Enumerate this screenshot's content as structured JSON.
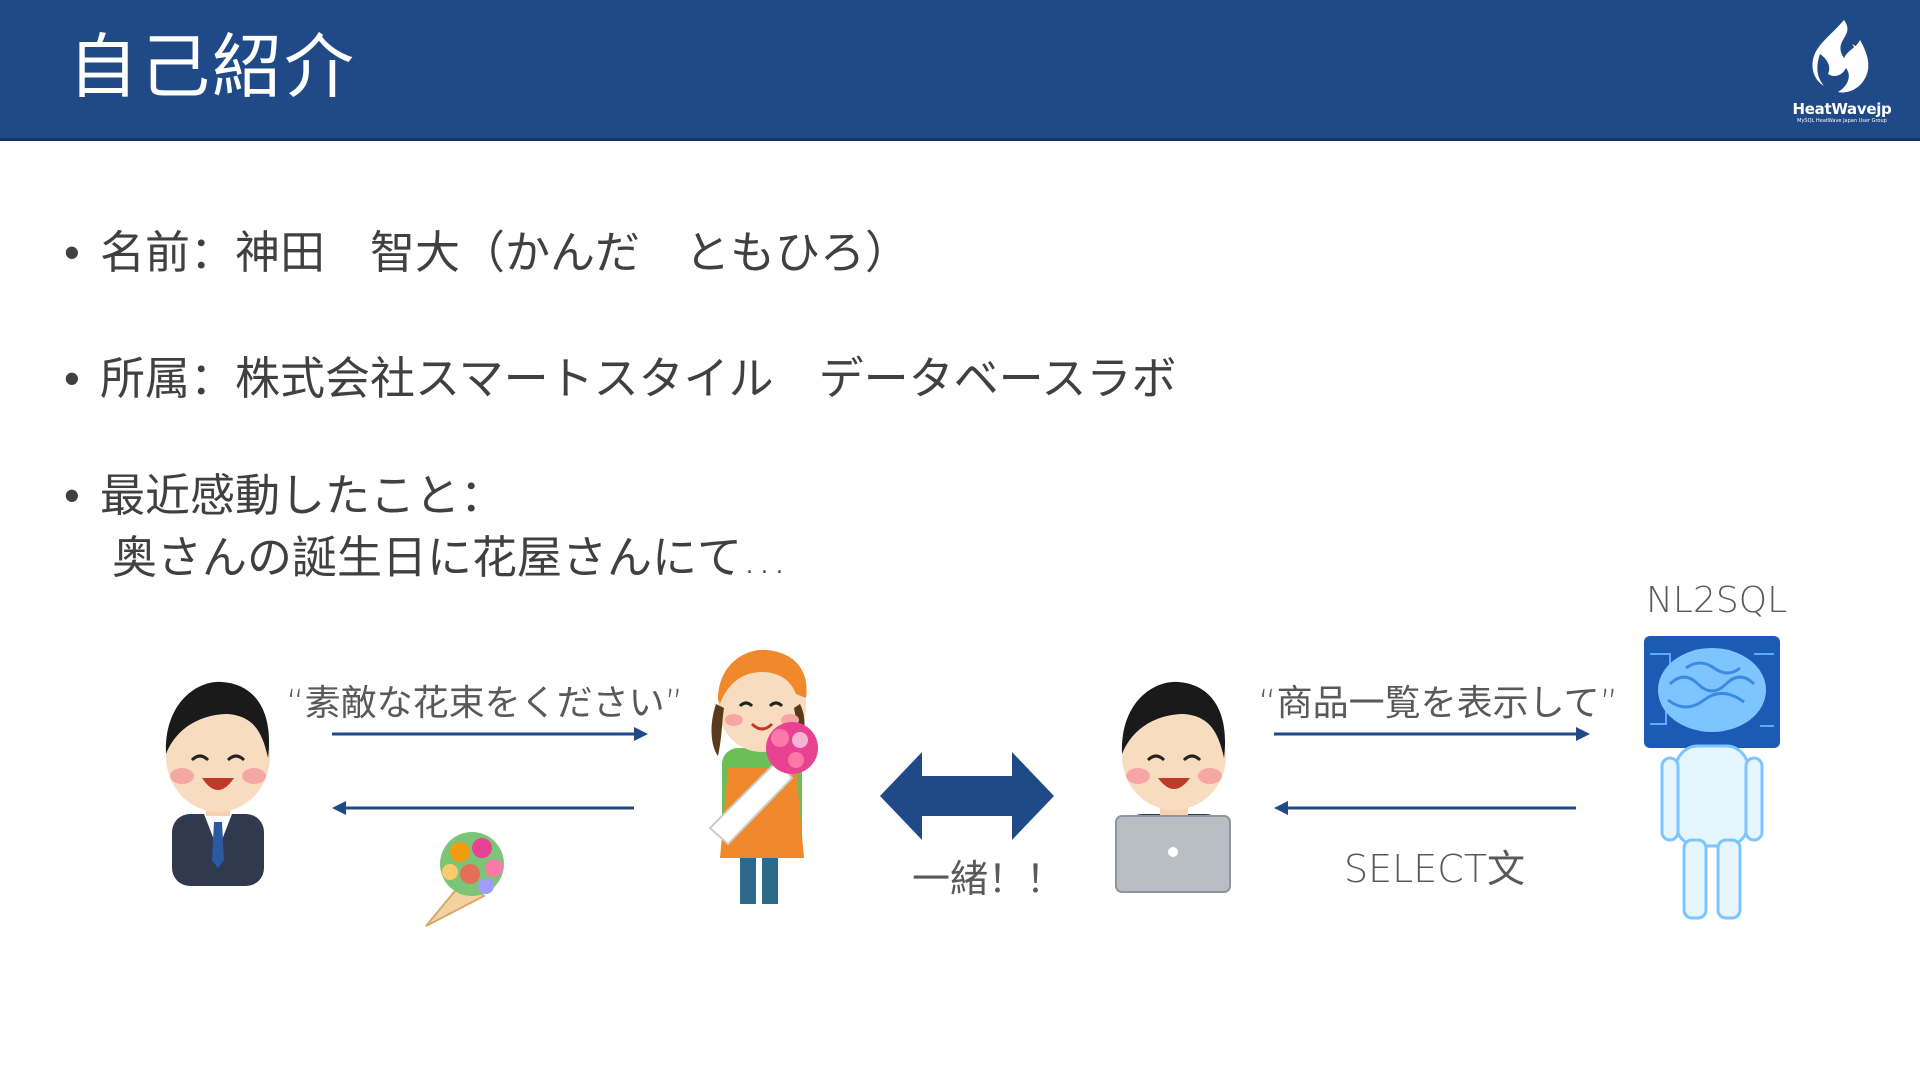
{
  "header": {
    "title": "自己紹介",
    "logo_text": "HeatWavejp",
    "logo_subtext": "MySQL HeatWave Japan User Group",
    "background_color": "#1f4a87"
  },
  "bullets": {
    "name": "名前：神田　智大（かんだ　ともひろ）",
    "affiliation": "所属：株式会社スマートスタイル　データベースラボ",
    "recent_line1": "最近感動したこと：",
    "recent_line2": "奥さんの誕生日に花屋さんにて…"
  },
  "diagram": {
    "request_flower": "“素敵な花束をください”",
    "together": "一緒！！",
    "nl2sql_label": "NL2SQL",
    "request_query": "“商品一覧を表示して”",
    "select_text": "SELECT文"
  },
  "colors": {
    "arrow": "#1f4a87",
    "text": "#404040"
  }
}
